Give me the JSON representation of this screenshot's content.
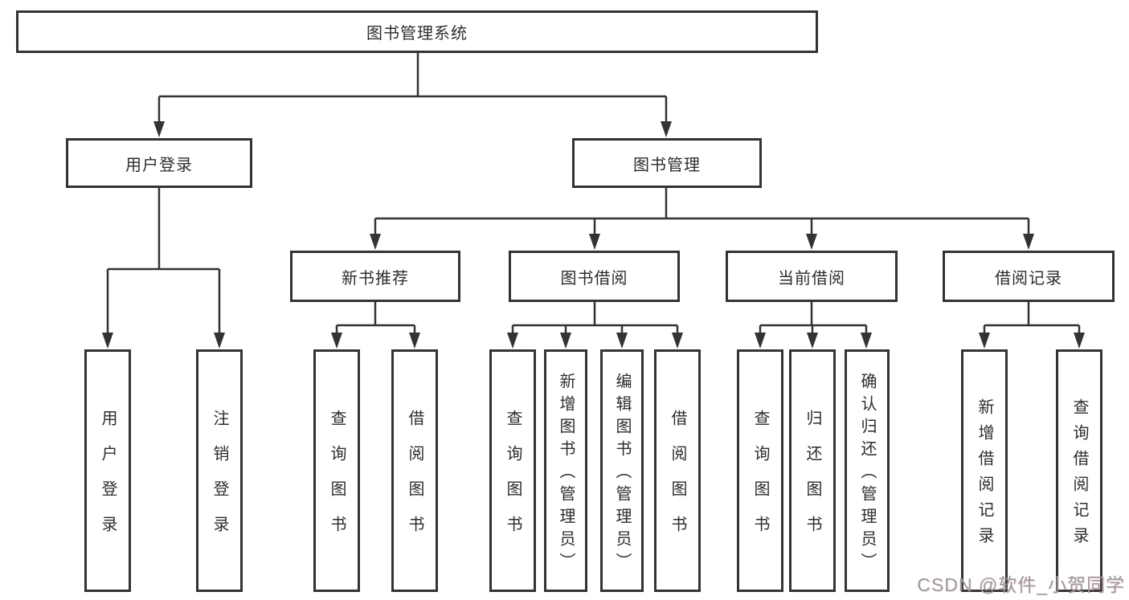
{
  "diagram": {
    "tree": {
      "label": "图书管理系统",
      "children": [
        {
          "label": "用户登录",
          "children": [
            {
              "label": "用户登录"
            },
            {
              "label": "注销登录"
            }
          ]
        },
        {
          "label": "图书管理",
          "children": [
            {
              "label": "新书推荐",
              "children": [
                {
                  "label": "查询图书"
                },
                {
                  "label": "借阅图书"
                }
              ]
            },
            {
              "label": "图书借阅",
              "children": [
                {
                  "label": "查询图书"
                },
                {
                  "label": "新增图书（管理员）"
                },
                {
                  "label": "编辑图书（管理员）"
                },
                {
                  "label": "借阅图书"
                }
              ]
            },
            {
              "label": "当前借阅",
              "children": [
                {
                  "label": "查询图书"
                },
                {
                  "label": "归还图书"
                },
                {
                  "label": "确认归还（管理员）"
                }
              ]
            },
            {
              "label": "借阅记录",
              "children": [
                {
                  "label": "新增借阅记录"
                },
                {
                  "label": "查询借阅记录"
                }
              ]
            }
          ]
        }
      ]
    },
    "colors": {
      "box_border": "#333333",
      "box_fill": "#ffffff",
      "connector_line": "#333333",
      "text": "#2d2d2d"
    }
  },
  "watermark": {
    "text": "CSDN @软件_小贺同学",
    "color": "#9b9b9b"
  }
}
